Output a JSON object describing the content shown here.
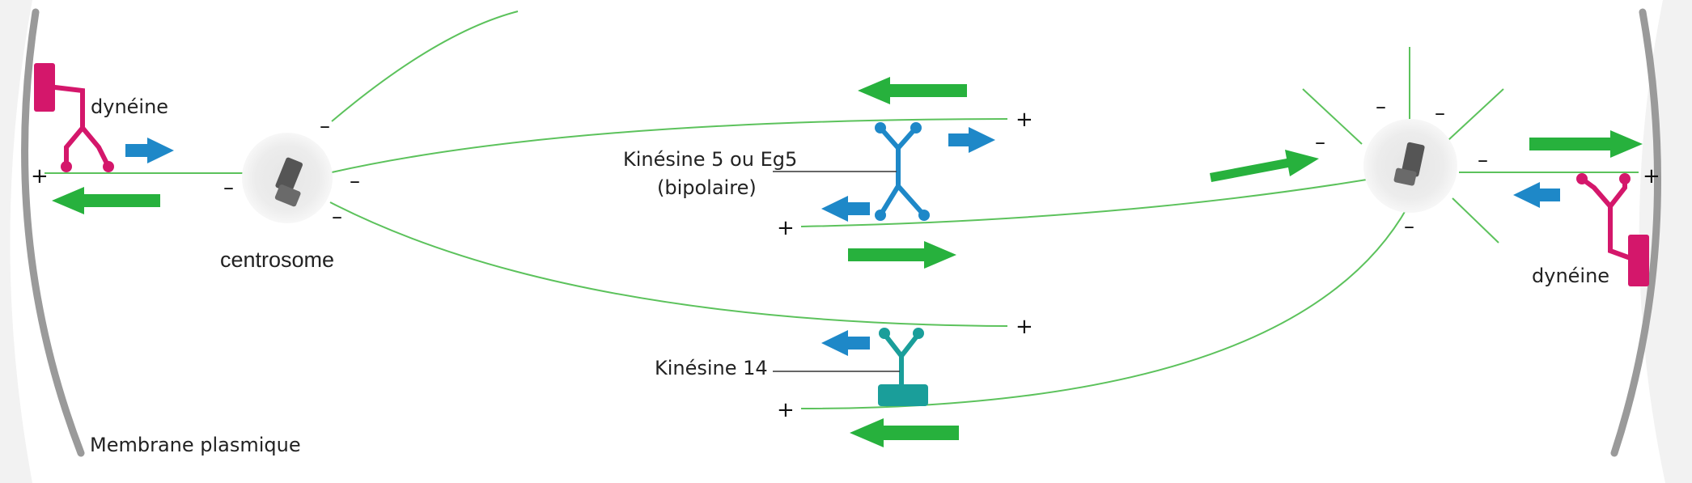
{
  "labels": {
    "dynein_left": "dynéine",
    "dynein_right": "dynéine",
    "centrosome": "centrosome",
    "kinesin5_line1": "Kinésine 5 ou Eg5",
    "kinesin5_line2": "(bipolaire)",
    "kinesin14": "Kinésine 14",
    "membrane": "Membrane plasmique"
  },
  "signs": {
    "plus": "+",
    "minus": "–"
  },
  "colors": {
    "background": "#f2f2f2",
    "panel": "#ffffff",
    "membrane": "#9a9a9a",
    "microtubule": "#5cc25c",
    "arrow_green": "#27b13d",
    "arrow_blue": "#1e88c8",
    "dynein": "#d4176b",
    "kinesin5": "#1e88c8",
    "kinesin14": "#1a9e9a",
    "centrosome_halo": "#e3e3e3",
    "centriole": "#555555"
  }
}
